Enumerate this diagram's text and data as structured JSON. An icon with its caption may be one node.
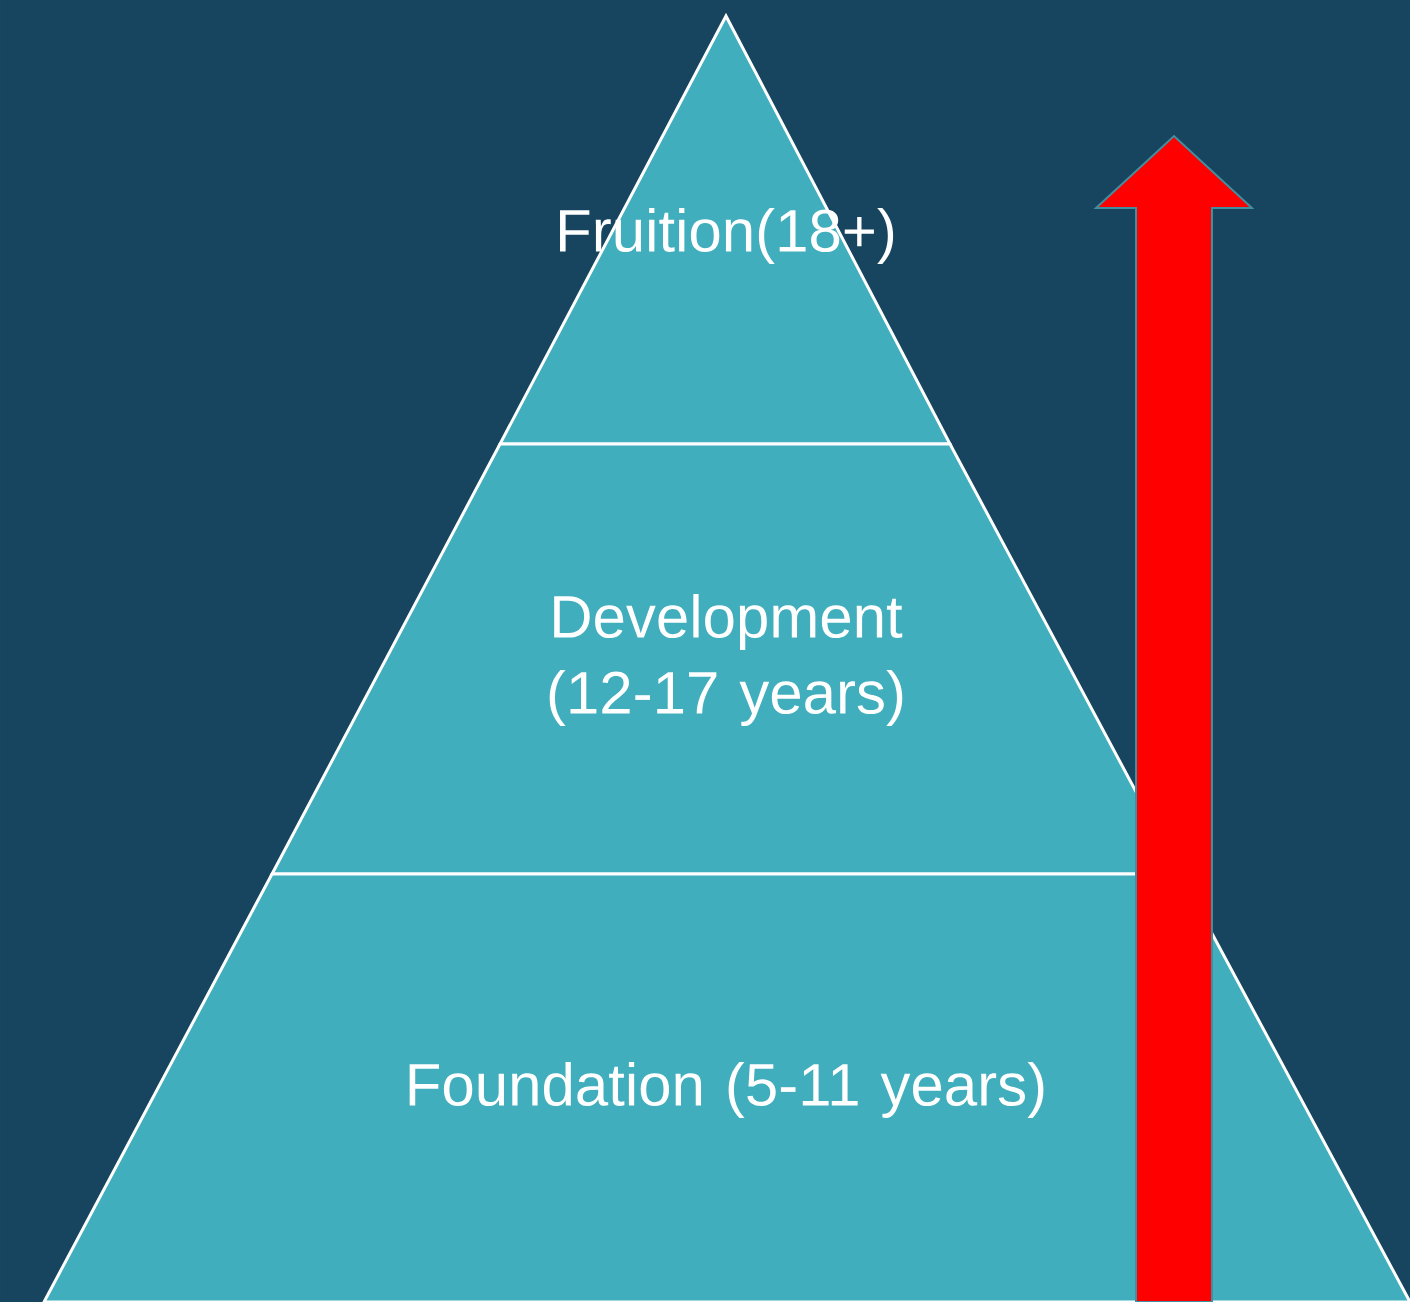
{
  "diagram": {
    "nodes": [
      {
        "text": [
          "Fruition(18+)"
        ]
      },
      {
        "text": [
          "Development (12-17 years)"
        ]
      },
      {
        "text": [
          "Foundation (5-11 years)"
        ]
      }
    ]
  }
}
